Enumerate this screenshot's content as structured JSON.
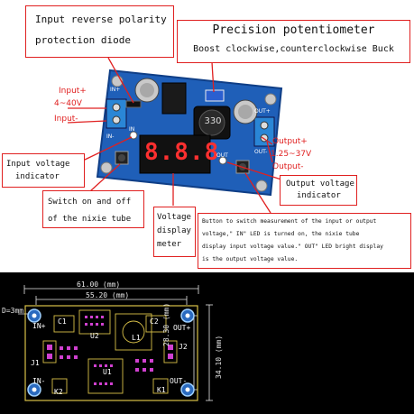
{
  "callouts": {
    "reverse_polarity": [
      "Input reverse polarity",
      "protection diode"
    ],
    "potentiometer_title": "Precision potentiometer",
    "potentiometer_desc": "Boost clockwise,counterclockwise Buck",
    "input_voltage_indicator": [
      "Input voltage",
      "indicator"
    ],
    "switch_nixie": [
      "Switch on and off",
      "of the nixie tube"
    ],
    "voltage_display_meter": [
      "Voltage",
      "display",
      "meter"
    ],
    "output_voltage_indicator": [
      "Output voltage",
      "indicator"
    ],
    "button_description": [
      "Button to switch measurement of the input or output",
      "voltage,\" IN\" LED is turned on, the  nixie tube",
      "display input voltage value.\" OUT\" LED bright display",
      "is the output voltage value."
    ]
  },
  "red_labels": {
    "input_plus": "Input+",
    "input_range": "4~40V",
    "input_minus": "Input-",
    "output_plus": "Output+",
    "output_range": "1.25~37V",
    "output_minus": "Output-"
  },
  "board": {
    "display_digits": "8.8.8",
    "inductor_marking": "330",
    "in_plus": "IN+",
    "in_minus": "IN-",
    "out_plus": "OUT+",
    "out_minus": "OUT-",
    "in_led": "IN",
    "out_led": "OUT"
  },
  "pcb": {
    "dim_width": "61.00 (mm)",
    "dim_inner": "55.20 (mm)",
    "dim_hole": "D=3mm",
    "dim_height_inner": "28.30 (mm)",
    "dim_height": "34.10 (mm)",
    "labels": [
      "IN+",
      "C1",
      "U2",
      "L1",
      "C2",
      "OUT+",
      "J1",
      "J2",
      "U1",
      "IN-",
      "K2",
      "K1",
      "OUT-"
    ]
  }
}
